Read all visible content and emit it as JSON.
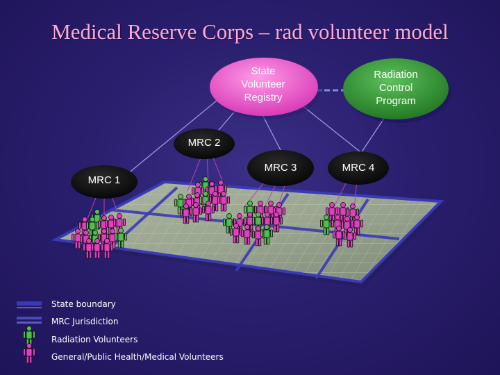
{
  "title": "Medical Reserve Corps – rad volunteer model",
  "nodes": {
    "state_registry": "State Volunteer Registry",
    "radiation_program": "Radiation Control Program",
    "mrc1": "MRC 1",
    "mrc2": "MRC 2",
    "mrc3": "MRC 3",
    "mrc4": "MRC 4"
  },
  "legend": {
    "state_boundary": "State boundary",
    "mrc_jurisdiction": "MRC Jurisdiction",
    "radiation_volunteers": "Radiation Volunteers",
    "general_volunteers": "General/Public Health/Medical Volunteers"
  },
  "colors": {
    "title": "#ffa9d8",
    "registry_fill": "#ff5fd0",
    "radiation_fill": "#3d9a3d",
    "mrc_fill": "#141414",
    "radiation_volunteer": "#4fbf4f",
    "general_volunteer": "#e040c0",
    "boundary": "#3a3ab8"
  },
  "icons": {
    "radiation_volunteer": "green-person-icon",
    "general_volunteer": "pink-person-icon"
  }
}
